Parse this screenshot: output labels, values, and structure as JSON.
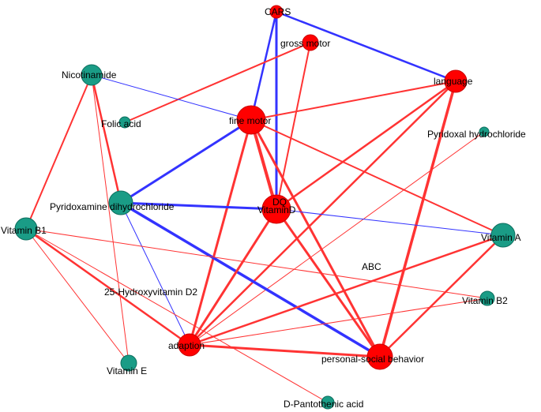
{
  "colors": {
    "outcome_node": "#ff0000",
    "nutrient_node": "#1a9c86",
    "positive_edge": "#ff3333",
    "negative_edge": "#3333ff",
    "label": "#000000",
    "background": "#ffffff"
  },
  "nodes": [
    {
      "id": "cars",
      "label": "CARS",
      "group": "outcome"
    },
    {
      "id": "gross_motor",
      "label": "gross motor",
      "group": "outcome"
    },
    {
      "id": "language",
      "label": "language",
      "group": "outcome"
    },
    {
      "id": "fine_motor",
      "label": "fine motor",
      "group": "outcome"
    },
    {
      "id": "adaption",
      "label": "adaption",
      "group": "outcome"
    },
    {
      "id": "personal_social",
      "label": "personal-social behavior",
      "group": "outcome"
    },
    {
      "id": "vitamin_d",
      "label": "VitaminD",
      "group": "outcome"
    },
    {
      "id": "dq",
      "label": "DQ",
      "group": "outcome"
    },
    {
      "id": "abc",
      "label": "ABC",
      "group": "outcome"
    },
    {
      "id": "nicotinamide",
      "label": "Nicotinamide",
      "group": "nutrient"
    },
    {
      "id": "folic_acid",
      "label": "Folic acid",
      "group": "nutrient"
    },
    {
      "id": "pyridoxal",
      "label": "Pyridoxal hydrochloride",
      "group": "nutrient"
    },
    {
      "id": "pyridoxamine",
      "label": "Pyridoxamine dihydrochloride",
      "group": "nutrient"
    },
    {
      "id": "vitamin_b1",
      "label": "Vitamin B1",
      "group": "nutrient"
    },
    {
      "id": "vitamin_a",
      "label": "Vitamin A",
      "group": "nutrient"
    },
    {
      "id": "hydroxyvitamin_d2",
      "label": "25-Hydroxyvitamin D2",
      "group": "nutrient"
    },
    {
      "id": "vitamin_b2",
      "label": "Vitamin B2",
      "group": "nutrient"
    },
    {
      "id": "vitamin_e",
      "label": "Vitamin E",
      "group": "nutrient"
    },
    {
      "id": "d_pantothenic",
      "label": "D-Pantothenic acid",
      "group": "nutrient"
    }
  ],
  "edges": [
    {
      "source": "cars",
      "target": "language",
      "sign": "negative",
      "weight": 2.5
    },
    {
      "source": "cars",
      "target": "fine_motor",
      "sign": "negative",
      "weight": 2.5
    },
    {
      "source": "cars",
      "target": "vitamin_d",
      "sign": "negative",
      "weight": 3
    },
    {
      "source": "gross_motor",
      "target": "folic_acid",
      "sign": "positive",
      "weight": 2
    },
    {
      "source": "gross_motor",
      "target": "vitamin_d",
      "sign": "positive",
      "weight": 2
    },
    {
      "source": "nicotinamide",
      "target": "fine_motor",
      "sign": "negative",
      "weight": 1
    },
    {
      "source": "nicotinamide",
      "target": "vitamin_b1",
      "sign": "positive",
      "weight": 2
    },
    {
      "source": "nicotinamide",
      "target": "pyridoxamine",
      "sign": "positive",
      "weight": 2.5
    },
    {
      "source": "nicotinamide",
      "target": "vitamin_e",
      "sign": "positive",
      "weight": 1
    },
    {
      "source": "fine_motor",
      "target": "language",
      "sign": "positive",
      "weight": 2
    },
    {
      "source": "fine_motor",
      "target": "pyridoxamine",
      "sign": "negative",
      "weight": 3
    },
    {
      "source": "fine_motor",
      "target": "adaption",
      "sign": "positive",
      "weight": 3
    },
    {
      "source": "fine_motor",
      "target": "personal_social",
      "sign": "positive",
      "weight": 3
    },
    {
      "source": "fine_motor",
      "target": "vitamin_d",
      "sign": "positive",
      "weight": 4
    },
    {
      "source": "fine_motor",
      "target": "vitamin_a",
      "sign": "positive",
      "weight": 2
    },
    {
      "source": "language",
      "target": "vitamin_d",
      "sign": "positive",
      "weight": 2.5
    },
    {
      "source": "language",
      "target": "personal_social",
      "sign": "positive",
      "weight": 3.5
    },
    {
      "source": "language",
      "target": "adaption",
      "sign": "positive",
      "weight": 2.5
    },
    {
      "source": "pyridoxal",
      "target": "adaption",
      "sign": "positive",
      "weight": 1
    },
    {
      "source": "pyridoxamine",
      "target": "vitamin_d",
      "sign": "negative",
      "weight": 3
    },
    {
      "source": "pyridoxamine",
      "target": "personal_social",
      "sign": "negative",
      "weight": 3.5
    },
    {
      "source": "pyridoxamine",
      "target": "adaption",
      "sign": "negative",
      "weight": 1
    },
    {
      "source": "vitamin_d",
      "target": "vitamin_a",
      "sign": "negative",
      "weight": 1
    },
    {
      "source": "vitamin_d",
      "target": "adaption",
      "sign": "positive",
      "weight": 3
    },
    {
      "source": "vitamin_d",
      "target": "personal_social",
      "sign": "positive",
      "weight": 3
    },
    {
      "source": "vitamin_b1",
      "target": "adaption",
      "sign": "positive",
      "weight": 2.5
    },
    {
      "source": "vitamin_b1",
      "target": "vitamin_e",
      "sign": "positive",
      "weight": 1
    },
    {
      "source": "vitamin_b1",
      "target": "vitamin_b2",
      "sign": "positive",
      "weight": 1
    },
    {
      "source": "vitamin_b1",
      "target": "d_pantothenic",
      "sign": "positive",
      "weight": 1
    },
    {
      "source": "vitamin_a",
      "target": "adaption",
      "sign": "positive",
      "weight": 2.5
    },
    {
      "source": "vitamin_a",
      "target": "personal_social",
      "sign": "positive",
      "weight": 2.5
    },
    {
      "source": "adaption",
      "target": "personal_social",
      "sign": "positive",
      "weight": 3
    },
    {
      "source": "adaption",
      "target": "vitamin_b2",
      "sign": "positive",
      "weight": 1
    }
  ]
}
